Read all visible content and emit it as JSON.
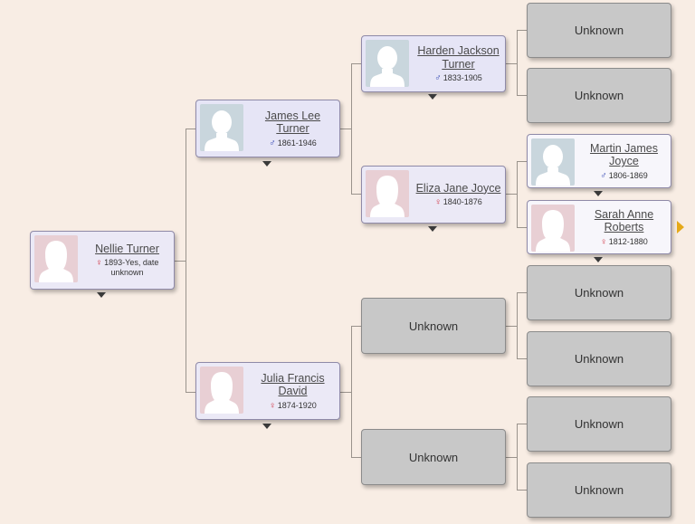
{
  "people": {
    "nellie": {
      "name": "Nellie Turner",
      "dates": "1893-Yes, date unknown",
      "gender": "female"
    },
    "james": {
      "name": "James Lee Turner",
      "dates": "1861-1946",
      "gender": "male"
    },
    "julia": {
      "name": "Julia Francis David",
      "dates": "1874-1920",
      "gender": "female"
    },
    "harden": {
      "name": "Harden Jackson Turner",
      "dates": "1833-1905",
      "gender": "male"
    },
    "eliza": {
      "name": "Eliza Jane Joyce",
      "dates": "1840-1876",
      "gender": "female"
    },
    "martin": {
      "name": "Martin James Joyce",
      "dates": "1806-1869",
      "gender": "male"
    },
    "sarah": {
      "name": "Sarah Anne Roberts",
      "dates": "1812-1880",
      "gender": "female"
    }
  },
  "symbols": {
    "male": "♂",
    "female": "♀"
  },
  "unknown_label": "Unknown",
  "colors": {
    "background": "#f8ede4",
    "male_card": "#e6e5f6",
    "unknown_card": "#c8c8c8",
    "next_arrow": "#e5a919"
  }
}
